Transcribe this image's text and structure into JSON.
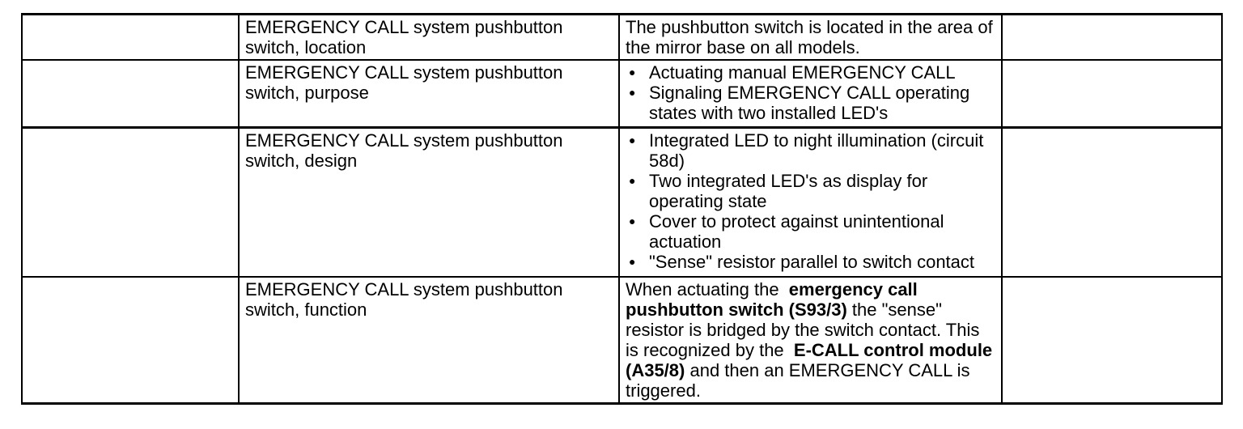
{
  "page": {
    "background": "#ffffff"
  },
  "table": {
    "border_color": "#000000",
    "text_color": "#000000",
    "bullet_glyph": "●",
    "rows": [
      {
        "topic": "EMERGENCY CALL system pushbutton switch, location",
        "description": {
          "type": "paragraph",
          "segments": [
            {
              "text": "The pushbutton switch is located in the area of the mirror base on all models.",
              "bold": false
            }
          ]
        }
      },
      {
        "topic": "EMERGENCY CALL system pushbutton switch, purpose",
        "description": {
          "type": "bullets",
          "items": [
            "Actuating manual EMERGENCY CALL",
            "Signaling EMERGENCY CALL operating states with two installed LED's"
          ]
        }
      },
      {
        "topic": "EMERGENCY CALL system pushbutton switch, design",
        "description": {
          "type": "bullets",
          "items": [
            "Integrated LED to night illumination (circuit 58d)",
            "Two integrated LED's as display for operating state",
            "Cover to protect against unintentional actuation",
            "\"Sense\" resistor parallel to switch contact"
          ]
        }
      },
      {
        "topic": "EMERGENCY CALL system pushbutton switch, function",
        "description": {
          "type": "paragraph",
          "segments": [
            {
              "text": "When actuating the  ",
              "bold": false
            },
            {
              "text": "emergency call pushbutton switch (S93/3)",
              "bold": true
            },
            {
              "text": " the \"sense\" resistor is bridged by the switch contact. This is recognized by the  ",
              "bold": false
            },
            {
              "text": "E-CALL control module (A35/8)",
              "bold": true
            },
            {
              "text": " and then an EMERGENCY CALL is triggered.",
              "bold": false
            }
          ]
        }
      }
    ]
  }
}
